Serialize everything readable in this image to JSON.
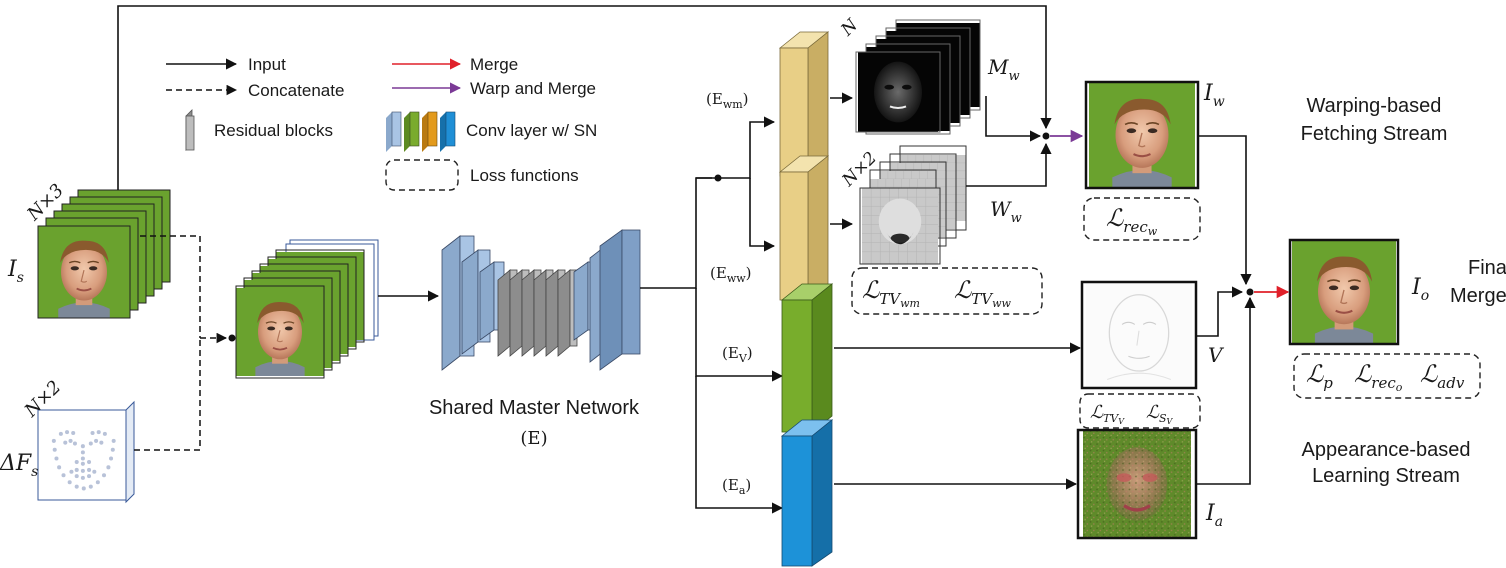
{
  "legend": {
    "input": "Input",
    "concatenate": "Concatenate",
    "merge": "Merge",
    "warp_merge": "Warp and Merge",
    "residual": "Residual blocks",
    "conv": "Conv layer w/ SN",
    "loss": "Loss functions"
  },
  "inputs": {
    "source_count": "N×3",
    "source_label": "I",
    "source_sub": "s",
    "landmark_count": "N×2",
    "landmark_label": "ΔF",
    "landmark_sub": "s"
  },
  "master": {
    "title": "Shared Master Network",
    "short": "(E)"
  },
  "branches": {
    "wm": "(E",
    "wm_sub": "wm",
    "ww": "(E",
    "ww_sub": "ww",
    "v": "(E",
    "v_sub": "V",
    "a": "(E",
    "a_sub": "a",
    "close": ")"
  },
  "outputs": {
    "mask_count": "N",
    "mask_label": "M",
    "mask_sub": "w",
    "warp_count": "N×2",
    "warp_label": "W",
    "warp_sub": "w",
    "iw_label": "I",
    "iw_sub": "w",
    "v_label": "V",
    "ia_label": "I",
    "ia_sub": "a",
    "io_label": "I",
    "io_sub": "o"
  },
  "streams": {
    "warping_line1": "Warping-based",
    "warping_line2": "Fetching Stream",
    "appearance_line1": "Appearance-based",
    "appearance_line2": "Learning Stream",
    "final_line1": "Final",
    "final_line2": "Merge"
  },
  "losses": {
    "rec_w": {
      "main": "ℒ",
      "sub": "rec",
      "subsub": "w"
    },
    "tv_wm": {
      "main": "ℒ",
      "sub": "TV",
      "subsub": "wm"
    },
    "tv_ww": {
      "main": "ℒ",
      "sub": "TV",
      "subsub": "ww"
    },
    "tv_v": {
      "main": "ℒ",
      "sub": "TV",
      "subsub": "V"
    },
    "s_v": {
      "main": "ℒ",
      "sub": "S",
      "subsub": "V"
    },
    "p": {
      "main": "ℒ",
      "sub": "p"
    },
    "rec_o": {
      "main": "ℒ",
      "sub": "rec",
      "subsub": "o"
    },
    "adv": {
      "main": "ℒ",
      "sub": "adv"
    }
  },
  "colors": {
    "merge_arrow": "#e0202a",
    "warp_arrow": "#7b3a96",
    "conv_light_blue": "#a9c4e4",
    "conv_green": "#7aab2e",
    "conv_orange": "#e39a1c",
    "conv_blue": "#1f8fd6",
    "residual_gray": "#bdbdbd",
    "decoder_tan": "#e8cf86",
    "decoder_green": "#78ad2c",
    "decoder_blue": "#1d92d8",
    "face_bg": "#6aa22e"
  }
}
